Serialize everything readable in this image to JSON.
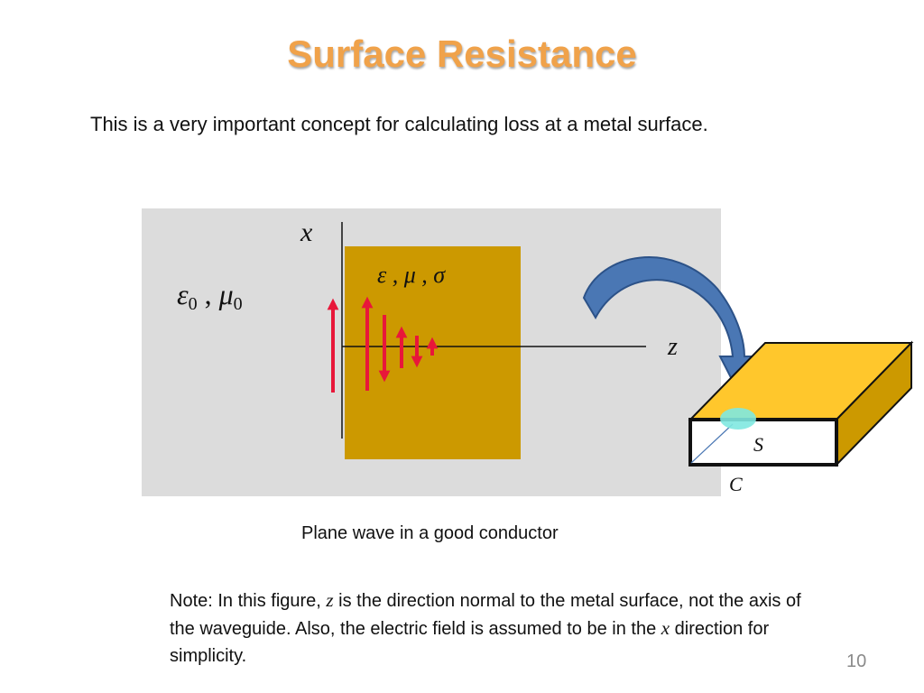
{
  "slide": {
    "title": "Surface Resistance",
    "subtitle": "This is a very important concept for calculating loss at a metal surface.",
    "caption": "Plane wave in a good conductor",
    "note": {
      "part1": "Note: In this figure, ",
      "var_z": "z",
      "part2": " is the direction normal to the metal surface, not the axis of the waveguide.  Also, the electric field is assumed to be in the ",
      "var_x": "x",
      "part3": " direction for simplicity."
    },
    "page_number": "10"
  },
  "figure": {
    "axis_x_label": "x",
    "axis_z_label": "z",
    "free_space_eps": "ε",
    "free_space_eps_sub": "0",
    "free_space_sep": " , ",
    "free_space_mu": "μ",
    "free_space_mu_sub": "0",
    "conductor_params": "ε , μ , σ",
    "surface_label": "S",
    "contour_label": "C",
    "colors": {
      "background_panel": "#dcdcdc",
      "conductor": "#cc9900",
      "field_arrows": "#e8173a",
      "curved_arrow": "#4a77b4",
      "slab_top": "#ffc72c",
      "slab_side": "#cc9900",
      "surface_ellipse": "#7fe8e0",
      "title": "#f0a24a"
    }
  }
}
